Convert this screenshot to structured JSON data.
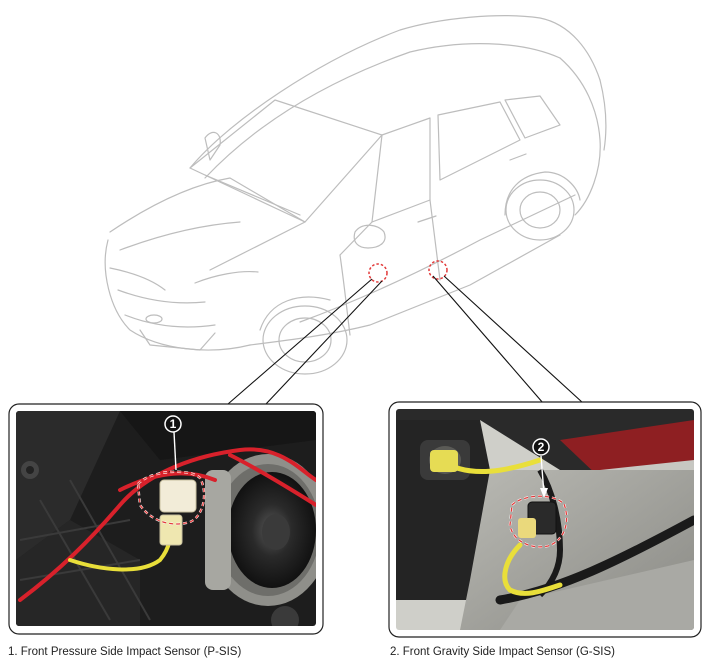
{
  "callouts": {
    "left_number": "1",
    "right_number": "2"
  },
  "captions": {
    "item1": "1. Front Pressure Side Impact Sensor (P-SIS)",
    "item2": "2. Front Gravity Side Impact Sensor (G-SIS)"
  },
  "colors": {
    "car_outline": "#bdbdbd",
    "callout_circle": "#e23b3b",
    "wire_red": "#d8212b",
    "wire_yellow": "#e9df3a"
  }
}
